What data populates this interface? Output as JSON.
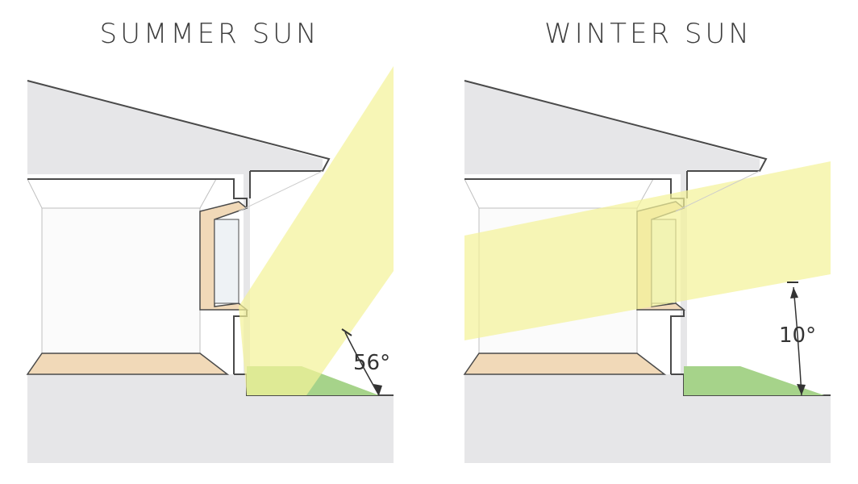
{
  "panels": [
    {
      "title": "SUMMER SUN",
      "angle_label": "56°"
    },
    {
      "title": "WINTER SUN",
      "angle_label": "10°"
    }
  ],
  "colors": {
    "house_gray": "#e6e6e8",
    "outline": "#4a4a4a",
    "sunlight": "#f4f29a",
    "floor_wood": "#f1d9b8",
    "lawn_green": "#a6d38a",
    "room_white": "#ffffff"
  }
}
